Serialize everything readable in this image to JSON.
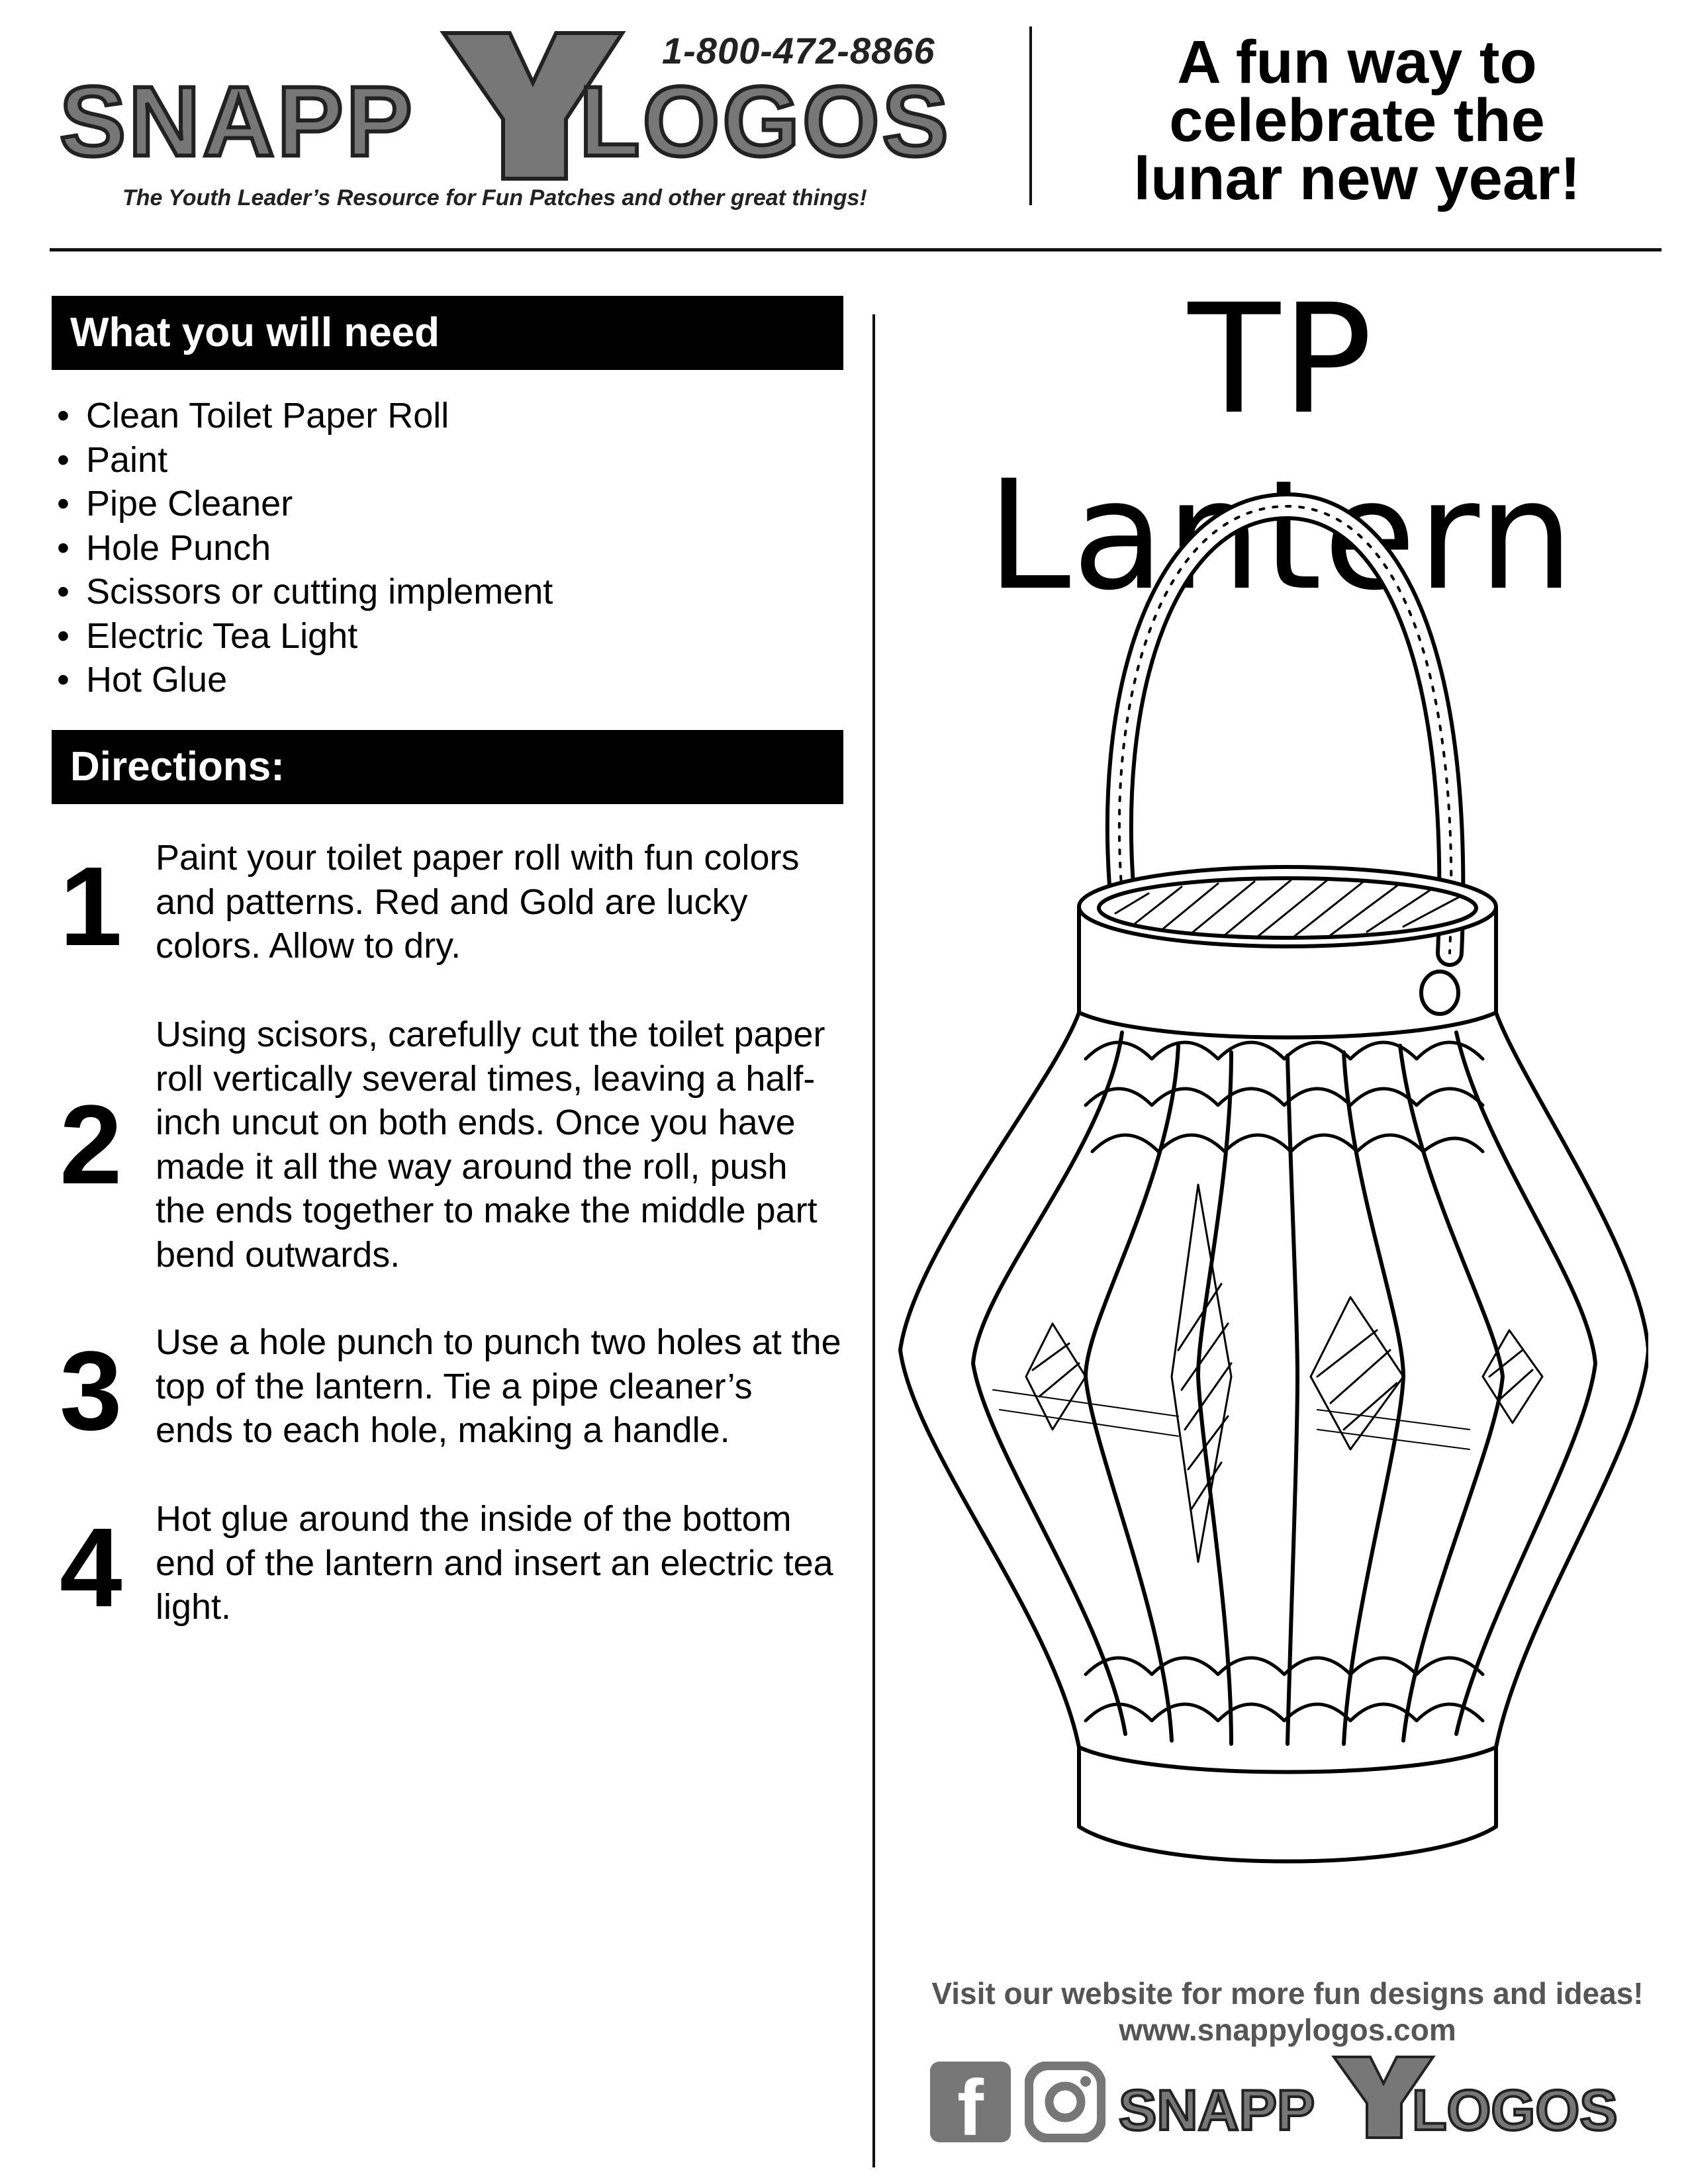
{
  "header": {
    "brand": "SNAPPYLOGOS",
    "brand_left": "SNAPP",
    "brand_y": "Y",
    "brand_right": "LOGOS",
    "phone": "1-800-472-8866",
    "tagline": "The Youth Leader’s Resource for Fun Patches and other great things!",
    "slogan_lines": [
      "A fun way to",
      "celebrate the",
      "lunar new year!"
    ]
  },
  "needs": {
    "heading": "What you will need",
    "items": [
      "Clean Toilet Paper Roll",
      "Paint",
      "Pipe Cleaner",
      "Hole Punch",
      "Scissors or cutting implement",
      "Electric Tea Light",
      "Hot Glue"
    ]
  },
  "directions": {
    "heading": "Directions:",
    "steps": [
      {
        "number": "1",
        "lines": [
          "Paint your toilet paper roll with fun colors",
          "and patterns.  Red and Gold are lucky",
          "colors.  Allow to dry."
        ]
      },
      {
        "number": "2",
        "lines": [
          "Using scisors, carefully cut the toilet paper",
          "roll vertically several times, leaving a half-",
          "inch uncut on both ends.  Once you have",
          "made it all the way around the roll, push",
          "the ends together to make the middle part",
          "bend outwards."
        ]
      },
      {
        "number": "3",
        "lines": [
          "Use a hole punch to punch two holes at the",
          "top of the lantern.  Tie a pipe cleaner’s",
          "ends to each hole, making a handle."
        ]
      },
      {
        "number": "4",
        "lines": [
          "Hot glue around the inside of the bottom",
          "end of the lantern and insert an electric tea",
          "light."
        ]
      }
    ]
  },
  "title": "TP Lantern",
  "footer": {
    "visit": "Visit our website for more fun designs and ideas!",
    "url": "www.snappylogos.com",
    "icons": [
      "facebook-icon",
      "instagram-icon"
    ],
    "brand": "SNAPPYLOGOS"
  },
  "colors": {
    "ink": "#000000",
    "logo_gray": "#777777",
    "footer_gray": "#555555"
  }
}
